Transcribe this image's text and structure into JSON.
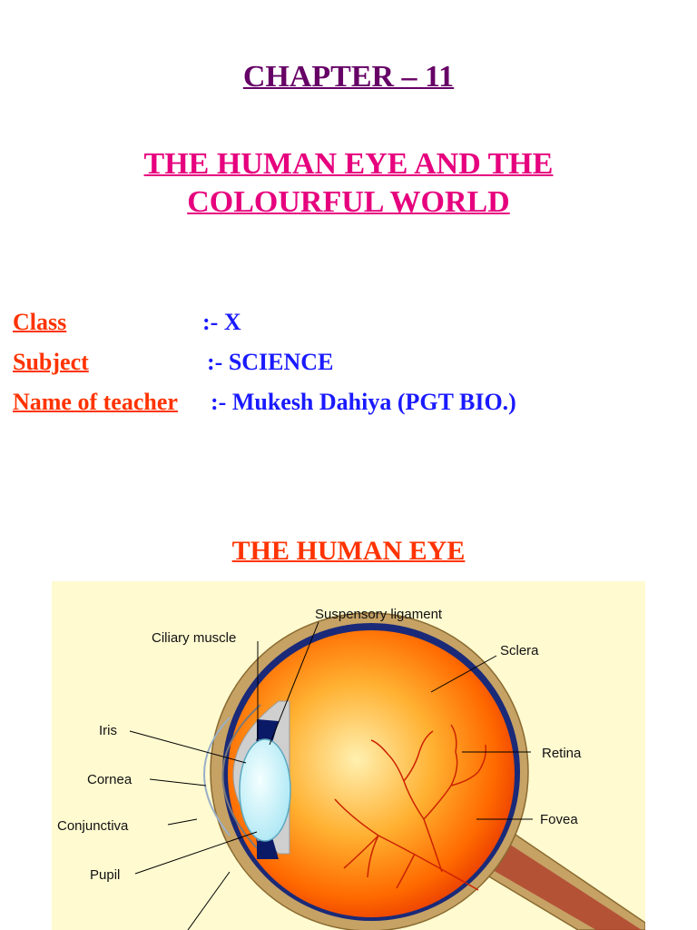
{
  "chapter": "CHAPTER – 11",
  "title": {
    "line1": "THE HUMAN EYE AND THE",
    "line2": "COLOURFUL WORLD"
  },
  "info": [
    {
      "label": "Class",
      "value": ":- X"
    },
    {
      "label": "Subject",
      "value": ":- SCIENCE"
    },
    {
      "label": "Name of teacher ",
      "value": ":- Mukesh Dahiya (PGT BIO.)"
    }
  ],
  "section_heading": "THE HUMAN EYE",
  "diagram": {
    "labels": {
      "suspensory_ligament": "Suspensory ligament",
      "ciliary_muscle": "Ciliary muscle",
      "sclera": "Sclera",
      "iris": "Iris",
      "retina": "Retina",
      "cornea": "Cornea",
      "conjunctiva": "Conjunctiva",
      "fovea": "Fovea",
      "pupil": "Pupil"
    }
  },
  "colors": {
    "chapter": "#660066",
    "title": "#e6007e",
    "label": "#ff3300",
    "value": "#1a1aff",
    "diagram_bg": "#fffad0"
  }
}
